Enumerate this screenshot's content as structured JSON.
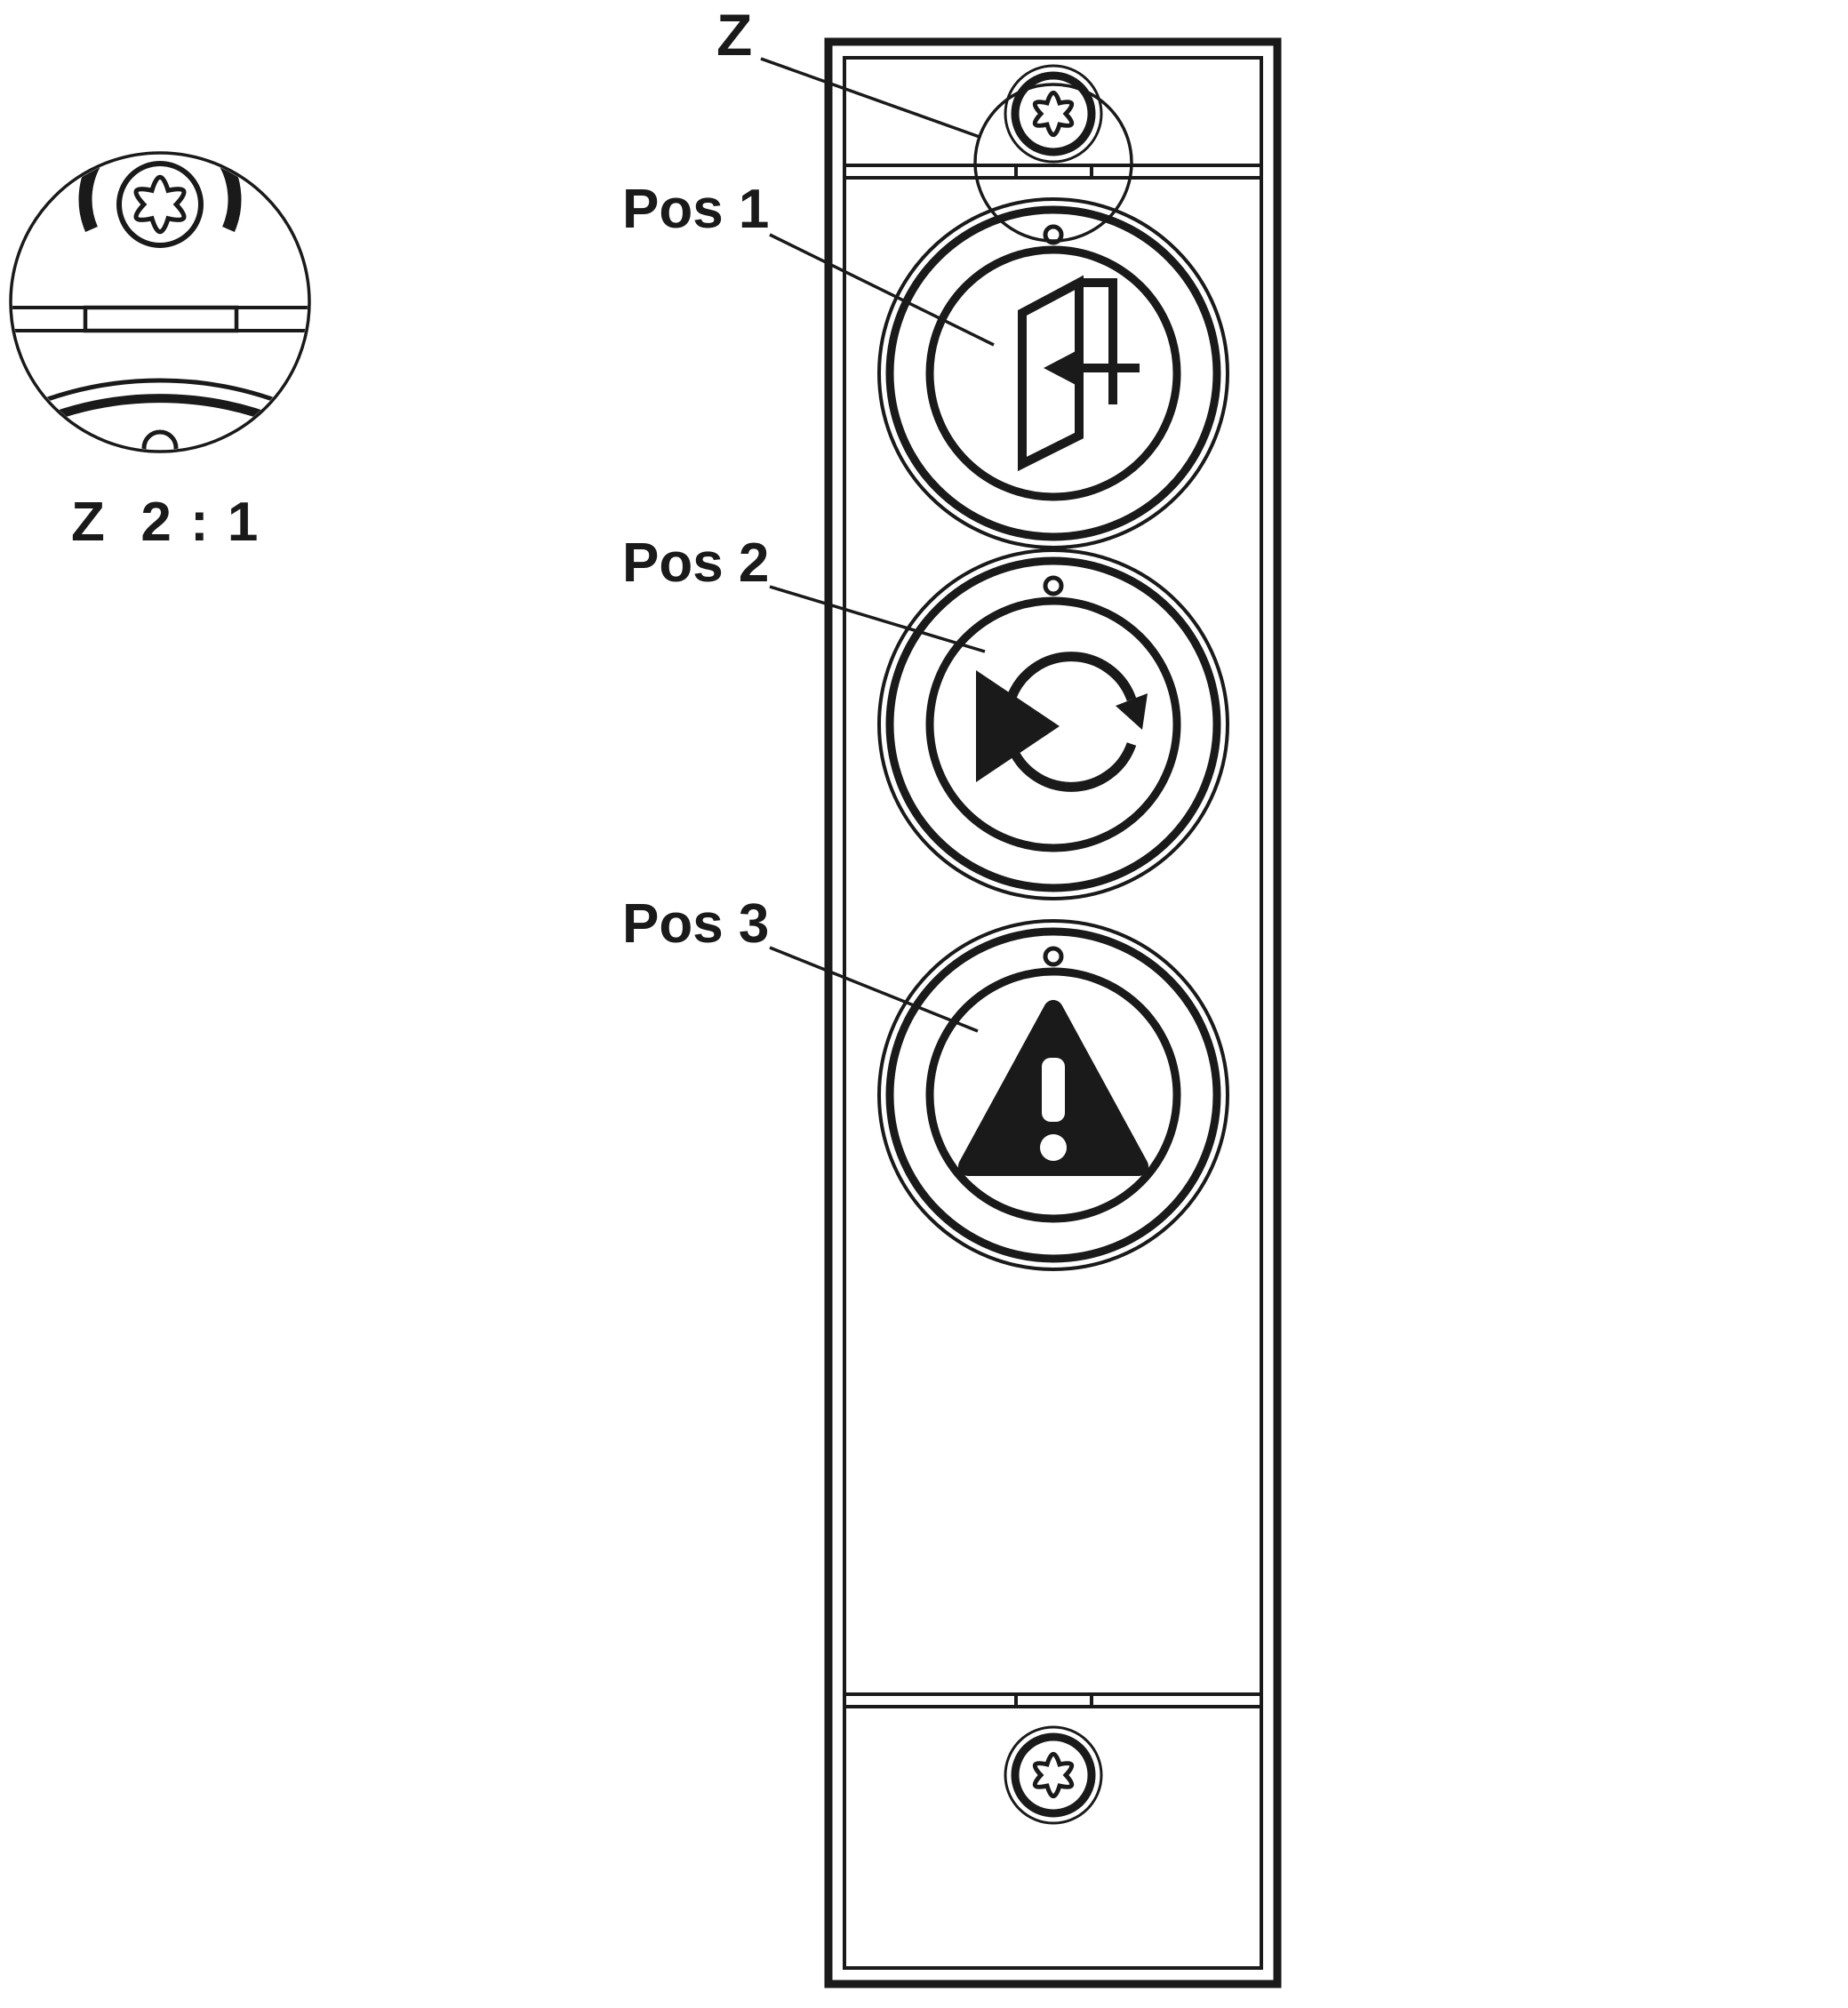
{
  "colors": {
    "line": "#1a1a1a",
    "background": "#ffffff"
  },
  "labels": {
    "detail_marker": "Z",
    "detail_view_caption": "Z  2 : 1",
    "pos1": "Pos 1",
    "pos2": "Pos 2",
    "pos3": "Pos 3"
  },
  "icons": {
    "button1": "door-enter-icon",
    "button2": "auto-cycle-icon",
    "button3": "warning-icon",
    "fastener": "torx-screw-icon"
  }
}
